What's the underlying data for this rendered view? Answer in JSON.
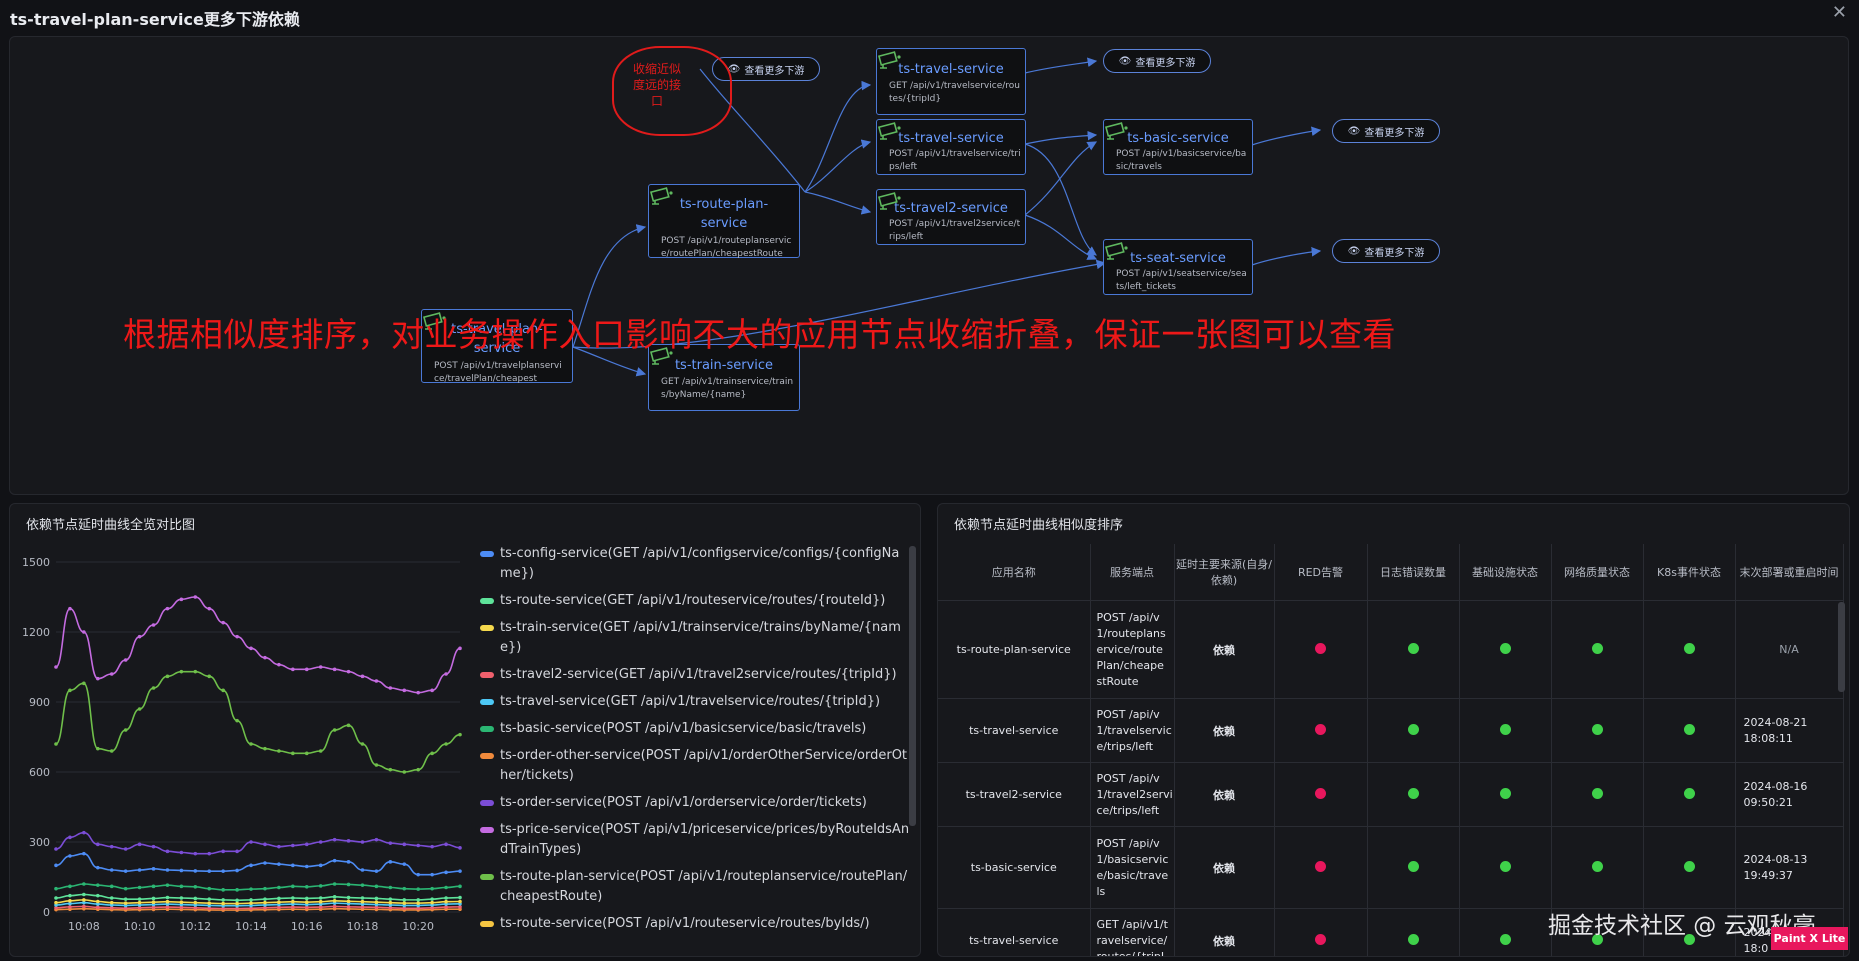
{
  "window": {
    "title": "ts-travel-plan-service更多下游依赖",
    "close_icon": "close-icon"
  },
  "topology": {
    "more_label": "查看更多下游",
    "nodes": {
      "travel_plan": {
        "title1": "ts-travel-plan-",
        "title2": "service",
        "ep1": "POST /api/v1/travelplanservi",
        "ep2": "ce/travelPlan/cheapest"
      },
      "route_plan": {
        "title1": "ts-route-plan-",
        "title2": "service",
        "ep1": "POST /api/v1/routeplanservic",
        "ep2": "e/routePlan/cheapestRoute"
      },
      "train": {
        "title1": "ts-train-service",
        "ep1": "GET /api/v1/trainservice/train",
        "ep2": "s/byName/{name}"
      },
      "travel_a": {
        "title1": "ts-travel-service",
        "ep1": "GET /api/v1/travelservice/rou",
        "ep2": "tes/{tripId}"
      },
      "travel_b": {
        "title1": "ts-travel-service",
        "ep1": "POST /api/v1/travelservice/tri",
        "ep2": "ps/left"
      },
      "travel2": {
        "title1": "ts-travel2-service",
        "ep1": "POST /api/v1/travel2service/t",
        "ep2": "rips/left"
      },
      "basic": {
        "title1": "ts-basic-service",
        "ep1": "POST /api/v1/basicservice/ba",
        "ep2": "sic/travels"
      },
      "seat": {
        "title1": "ts-seat-service",
        "ep1": "POST /api/v1/seatservice/sea",
        "ep2": "ts/left_tickets"
      }
    },
    "annotation_small": "收缩近似度远的接口",
    "annotation_big": "根据相似度排序，对业务操作入口影响不大的应用节点收缩折叠，保证一张图可以查看"
  },
  "left_panel": {
    "title": "依赖节点延时曲线全览对比图",
    "legend": [
      {
        "label": "ts-config-service(GET /api/v1/configservice/configs/{configName})",
        "color": "#4d8cf5"
      },
      {
        "label": "ts-route-service(GET /api/v1/routeservice/routes/{routeId})",
        "color": "#5ee39a"
      },
      {
        "label": "ts-train-service(GET /api/v1/trainservice/trains/byName/{name})",
        "color": "#f5d94d"
      },
      {
        "label": "ts-travel2-service(GET /api/v1/travel2service/routes/{tripId})",
        "color": "#f0606d"
      },
      {
        "label": "ts-travel-service(GET /api/v1/travelservice/routes/{tripId})",
        "color": "#4dc8f5"
      },
      {
        "label": "ts-basic-service(POST /api/v1/basicservice/basic/travels)",
        "color": "#2bb673"
      },
      {
        "label": "ts-order-other-service(POST /api/v1/orderOtherService/orderOther/tickets)",
        "color": "#f08a3c"
      },
      {
        "label": "ts-order-service(POST /api/v1/orderservice/order/tickets)",
        "color": "#7b4dd6"
      },
      {
        "label": "ts-price-service(POST /api/v1/priceservice/prices/byRouteIdsAndTrainTypes)",
        "color": "#c46be0"
      },
      {
        "label": "ts-route-plan-service(POST /api/v1/routeplanservice/routePlan/cheapestRoute)",
        "color": "#6fbf4a"
      },
      {
        "label": "ts-route-service(POST /api/v1/routeservice/routes/byIds/)",
        "color": "#f5c542"
      }
    ]
  },
  "chart_data": {
    "type": "line",
    "ylim": [
      0,
      1500
    ],
    "yticks": [
      "0",
      "300",
      "600",
      "900",
      "1200",
      "1500"
    ],
    "xticks": [
      "10:08",
      "10:10",
      "10:12",
      "10:14",
      "10:16",
      "10:18",
      "10:20"
    ],
    "x": [
      "10:07",
      "10:07.5",
      "10:08",
      "10:08.5",
      "10:09",
      "10:09.5",
      "10:10",
      "10:10.5",
      "10:11",
      "10:11.5",
      "10:12",
      "10:12.5",
      "10:13",
      "10:13.5",
      "10:14",
      "10:14.5",
      "10:15",
      "10:15.5",
      "10:16",
      "10:16.5",
      "10:17",
      "10:17.5",
      "10:18",
      "10:18.5",
      "10:19",
      "10:19.5",
      "10:20",
      "10:20.5",
      "10:21",
      "10:21.5"
    ],
    "series": [
      {
        "color": "#c46be0",
        "values": [
          1050,
          1300,
          1200,
          1000,
          1020,
          1080,
          1180,
          1230,
          1300,
          1340,
          1350,
          1300,
          1240,
          1180,
          1130,
          1090,
          1060,
          1040,
          1040,
          1050,
          1040,
          1030,
          1010,
          990,
          960,
          950,
          940,
          950,
          1020,
          1130
        ]
      },
      {
        "color": "#6fbf4a",
        "values": [
          720,
          950,
          980,
          700,
          690,
          780,
          870,
          960,
          1010,
          1030,
          1030,
          1010,
          950,
          820,
          720,
          700,
          690,
          680,
          680,
          690,
          780,
          800,
          720,
          630,
          610,
          600,
          610,
          680,
          720,
          760
        ]
      },
      {
        "color": "#7b4dd6",
        "values": [
          270,
          320,
          340,
          290,
          280,
          270,
          290,
          280,
          260,
          255,
          250,
          250,
          260,
          260,
          300,
          290,
          280,
          285,
          290,
          300,
          310,
          305,
          300,
          310,
          295,
          290,
          285,
          280,
          290,
          275
        ]
      },
      {
        "color": "#4d8cf5",
        "values": [
          200,
          240,
          250,
          190,
          180,
          175,
          180,
          185,
          180,
          178,
          176,
          175,
          175,
          178,
          200,
          210,
          205,
          200,
          195,
          200,
          220,
          215,
          180,
          175,
          215,
          205,
          160,
          160,
          170,
          175
        ]
      },
      {
        "color": "#2bb673",
        "values": [
          100,
          110,
          120,
          115,
          110,
          100,
          105,
          110,
          115,
          110,
          108,
          100,
          95,
          95,
          98,
          100,
          105,
          110,
          108,
          112,
          120,
          118,
          115,
          110,
          105,
          100,
          98,
          100,
          105,
          110
        ]
      },
      {
        "color": "#5ee39a",
        "values": [
          60,
          70,
          75,
          70,
          60,
          55,
          55,
          58,
          62,
          60,
          58,
          55,
          52,
          50,
          52,
          55,
          58,
          60,
          58,
          60,
          65,
          62,
          60,
          58,
          55,
          52,
          52,
          55,
          60,
          62
        ]
      },
      {
        "color": "#f5d94d",
        "values": [
          40,
          48,
          52,
          45,
          40,
          38,
          40,
          42,
          44,
          42,
          40,
          38,
          36,
          36,
          38,
          40,
          42,
          44,
          42,
          44,
          48,
          46,
          44,
          42,
          40,
          38,
          38,
          40,
          44,
          45
        ]
      },
      {
        "color": "#4dc8f5",
        "values": [
          30,
          36,
          40,
          34,
          30,
          28,
          30,
          32,
          34,
          32,
          30,
          28,
          27,
          27,
          28,
          30,
          32,
          34,
          32,
          34,
          38,
          36,
          34,
          32,
          30,
          28,
          28,
          30,
          34,
          35
        ]
      },
      {
        "color": "#f0606d",
        "values": [
          18,
          22,
          24,
          20,
          18,
          16,
          18,
          20,
          21,
          20,
          18,
          16,
          15,
          15,
          16,
          18,
          20,
          21,
          20,
          21,
          24,
          22,
          21,
          20,
          18,
          16,
          16,
          18,
          21,
          22
        ]
      },
      {
        "color": "#f08a3c",
        "values": [
          10,
          12,
          14,
          12,
          10,
          9,
          10,
          11,
          12,
          11,
          10,
          9,
          8,
          8,
          9,
          10,
          11,
          12,
          11,
          12,
          14,
          13,
          12,
          11,
          10,
          9,
          9,
          10,
          12,
          12
        ]
      }
    ]
  },
  "right_panel": {
    "title": "依赖节点延时曲线相似度排序",
    "columns": [
      "应用名称",
      "服务端点",
      "延时主要来源(自身/依赖)",
      "RED告警",
      "日志错误数量",
      "基础设施状态",
      "网络质量状态",
      "K8s事件状态",
      "末次部署或重启时间"
    ],
    "rows": [
      {
        "app": "ts-route-plan-service",
        "endpoint": [
          "POST /api/v",
          "1/routeplans",
          "ervice/route",
          "Plan/cheape",
          "stRoute"
        ],
        "source": "依赖",
        "red": "red",
        "log": "green",
        "infra": "green",
        "net": "green",
        "k8s": "green",
        "time": [
          "N/A"
        ]
      },
      {
        "app": "ts-travel-service",
        "endpoint": [
          "POST /api/v",
          "1/travelservic",
          "e/trips/left"
        ],
        "source": "依赖",
        "red": "red",
        "log": "green",
        "infra": "green",
        "net": "green",
        "k8s": "green",
        "time": [
          "2024-08-21",
          "18:08:11"
        ]
      },
      {
        "app": "ts-travel2-service",
        "endpoint": [
          "POST /api/v",
          "1/travel2servi",
          "ce/trips/left"
        ],
        "source": "依赖",
        "red": "red",
        "log": "green",
        "infra": "green",
        "net": "green",
        "k8s": "green",
        "time": [
          "2024-08-16",
          "09:50:21"
        ]
      },
      {
        "app": "ts-basic-service",
        "endpoint": [
          "POST /api/v",
          "1/basicservic",
          "e/basic/trave",
          "ls"
        ],
        "source": "依赖",
        "red": "red",
        "log": "green",
        "infra": "green",
        "net": "green",
        "k8s": "green",
        "time": [
          "2024-08-13",
          "19:49:37"
        ]
      },
      {
        "app": "ts-travel-service",
        "endpoint": [
          "GET /api/v1/t",
          "ravelservice/",
          "routes/{tripI"
        ],
        "source": "依赖",
        "red": "red",
        "log": "green",
        "infra": "green",
        "net": "green",
        "k8s": "green",
        "time": [
          "2024-08-",
          "18:0"
        ]
      }
    ],
    "status_colors": {
      "red": "#e8175d",
      "green": "#3fd14a"
    }
  },
  "watermark": "掘金技术社区 @ 云观秋毫",
  "badge": "Paint X Lite"
}
